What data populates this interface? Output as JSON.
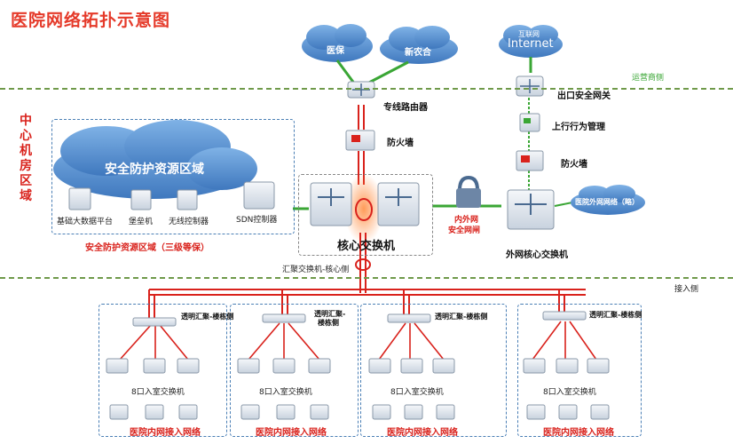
{
  "title": "医院网络拓扑示意图",
  "zones": {
    "operator": "运营商侧",
    "center": [
      "中",
      "心",
      "机",
      "房",
      "区",
      "域"
    ],
    "access": "接入侧"
  },
  "clouds": {
    "yibao": "医保",
    "xinnonghe": "新农合",
    "internet_cn": "互联网",
    "internet_en": "Internet",
    "security_zone": "安全防护资源区域",
    "external_net": "医院外网网络（略）"
  },
  "devices": {
    "dedicated_router": "专线路由器",
    "firewall_left": "防火墙",
    "exit_gateway": "出口安全网关",
    "behavior_mgmt": "上行行为管理",
    "firewall_right": "防火墙",
    "core_switch": "核心交换机",
    "inner_outer_gate_1": "内外网",
    "inner_outer_gate_2": "安全网闸",
    "external_core": "外网核心交换机",
    "agg_core_side": "汇聚交换机-核心侧"
  },
  "security_items": {
    "bigdata": "基础大数据平台",
    "fortress": "堡垒机",
    "wireless": "无线控制器",
    "sdn": "SDN控制器",
    "zone_caption": "安全防护资源区域（三级等保）"
  },
  "access_blocks": [
    {
      "agg_line1": "透明汇聚-楼栋侧",
      "agg_line2": "",
      "switch": "8口入室交换机",
      "caption": "医院内网接入网络"
    },
    {
      "agg_line1": "透明汇聚-",
      "agg_line2": "楼栋侧",
      "switch": "8口入室交换机",
      "caption": "医院内网接入网络"
    },
    {
      "agg_line1": "透明汇聚-楼栋侧",
      "agg_line2": "",
      "switch": "8口入室交换机",
      "caption": "医院内网接入网络"
    },
    {
      "agg_line1": "透明汇聚-楼栋侧",
      "agg_line2": "",
      "switch": "8口入室交换机",
      "caption": "医院内网接入网络"
    }
  ],
  "colors": {
    "red": "#d9221c",
    "green": "#3aa635",
    "blue_cloud": "#5b8fc9",
    "dash_green": "#6f9a4a"
  }
}
